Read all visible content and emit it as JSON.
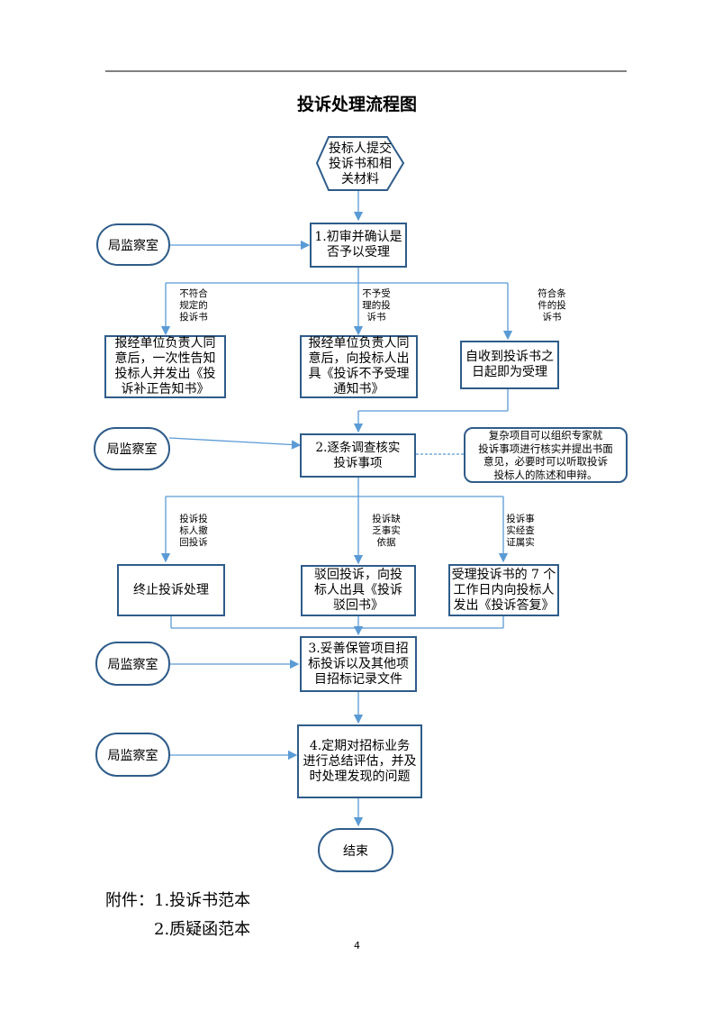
{
  "title": "投诉处理流程图",
  "nodes": {
    "start": "投标人提交\n投诉书和相\n关材料",
    "step1": "1.初审并确认是\n否予以受理",
    "box_supplement": "报经单位负责人同\n意后，一次性告知\n投标人并发出《投\n诉补正告知书》",
    "box_reject_accept": "报经单位负责人同\n意后，向投标人出\n具《投诉不予受理\n通知书》",
    "box_accept": "自收到投诉书之\n日起即为受理",
    "step2": "2.逐条调查核实\n投诉事项",
    "note_expert": "复杂项目可以组织专家就\n投诉事项进行核实并提出书面\n意见，必要时可以听取投诉\n投标人的陈述和申辩。",
    "box_terminate": "终止投诉处理",
    "box_dismiss": "驳回投诉，向投\n标人出具《投诉\n驳回书》",
    "box_reply": "受理投诉书的 7 个\n工作日内向投标人\n发出《投诉答复》",
    "step3": "3.妥善保管项目招\n标投诉以及其他项\n目招标记录文件",
    "step4": "4.定期对招标业务\n进行总结评估，并及\n时处理发现的问题",
    "end": "结束",
    "supervision": [
      "局监察室",
      "局监察室",
      "局监察室",
      "局监察室"
    ]
  },
  "edge_labels": {
    "not_compliant": "不符合\n规定的\n投诉书",
    "not_accepted": "不予受\n理的投\n诉书",
    "compliant": "符合条\n件的投\n诉书",
    "withdrawn": "投诉投\n标人撤\n回投诉",
    "lack_basis": "投诉缺\n乏事实\n依据",
    "verified": "投诉事\n实经查\n证属实"
  },
  "attachments": {
    "prefix": "附件：",
    "items": [
      "1.投诉书范本",
      "2.质疑函范本"
    ]
  },
  "page_number": "4",
  "colors": {
    "line": "#5b9bd5",
    "border": "#2e5c8a"
  }
}
